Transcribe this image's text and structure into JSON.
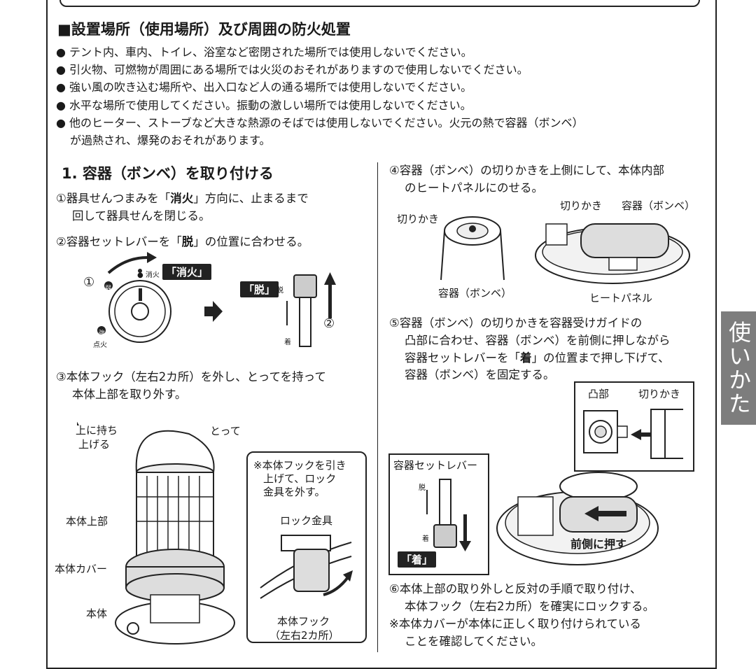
{
  "section_title": "■設置場所（使用場所）及び周囲の防火処置",
  "bullets": [
    "● テント内、車内、トイレ、浴室など密閉された場所では使用しないでください。",
    "● 引火物、可燃物が周囲にある場所では火災のおそれがありますので使用しないでください。",
    "● 強い風の吹き込む場所や、出入口など人の通る場所では使用しないでください。",
    "● 水平な場所で使用してください。振動の激しい場所では使用しないでください。",
    "● 他のヒーター、ストーブなど大きな熱源のそばでは使用しないでください。火元の熱で容器（ボンベ）",
    "が過熱され、爆発のおそれがあります。"
  ],
  "step_title": "1. 容器（ボンベ）を取り付ける",
  "steps": {
    "s1_a": "①器具せんつまみを「",
    "s1_bold": "消火",
    "s1_b": "」方向に、止まるまで",
    "s1_c": "回して器具せんを閉じる。",
    "s2_a": "②容器セットレバーを「",
    "s2_bold": "脱",
    "s2_b": "」の位置に合わせる。",
    "s3_a": "③本体フック（左右2カ所）を外し、とってを持って",
    "s3_b": "本体上部を取り外す。",
    "s4_a": "④容器（ボンベ）の切りかきを上側にして、本体内部",
    "s4_b": "のヒートパネルにのせる。",
    "s5_a": "⑤容器（ボンベ）の切りかきを容器受けガイドの",
    "s5_b": "凸部に合わせ、容器（ボンベ）を前側に押しながら",
    "s5_c1": "容器セットレバーを「",
    "s5_bold": "着",
    "s5_c2": "」の位置まで押し下げて、",
    "s5_d": "容器（ボンベ）を固定する。",
    "s6_a": "⑥本体上部の取り外しと反対の手順で取り付け、",
    "s6_b": "本体フック（左右2カ所）を確実にロックする。",
    "note_a": "※本体カバーが本体に正しく取り付けられている",
    "note_b": "ことを確認してください。"
  },
  "diagram": {
    "circle1": "①",
    "circle2": "②",
    "shouka_small": "● 消火",
    "shouka_tag": "「消火」",
    "jaku": "弱",
    "kyou": "強",
    "tenka": "点火",
    "datsu_tag": "「脱」",
    "datsu_small": "脱",
    "chaku_small": "着",
    "lift_a": "上に持ち",
    "lift_b": "上げる",
    "totte": "とって",
    "hontai_joubu": "本体上部",
    "hontai_cover": "本体カバー",
    "hontai": "本体",
    "hook_note_a": "※本体フックを引き",
    "hook_note_b": "上げて、ロック",
    "hook_note_c": "金具を外す。",
    "lock": "ロック金具",
    "hook_a": "本体フック",
    "hook_b": "（左右2カ所）",
    "kirikaki": "切りかき",
    "youki": "容器（ボンベ）",
    "heat_panel": "ヒートパネル",
    "totsubu": "凸部",
    "lever_box": "容器セットレバー",
    "chaku_tag": "「着」",
    "push_front": "前側に押す"
  },
  "side_tab": "使いかた",
  "colors": {
    "accent": "#222222",
    "tab": "#7d7d7d"
  }
}
